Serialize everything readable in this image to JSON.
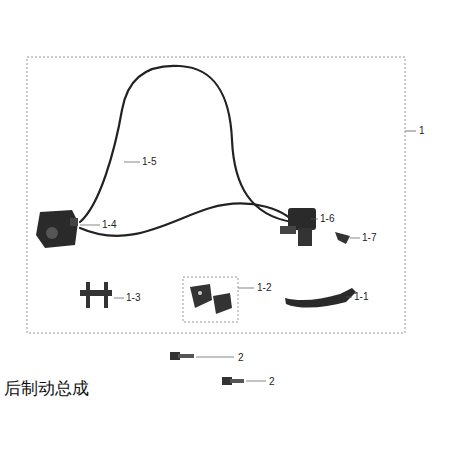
{
  "diagram": {
    "title": "后制动总成",
    "labels": [
      "1",
      "1-5",
      "1-4",
      "1-6",
      "1-7",
      "1-3",
      "1-2",
      "1-1",
      "2",
      "2"
    ]
  }
}
